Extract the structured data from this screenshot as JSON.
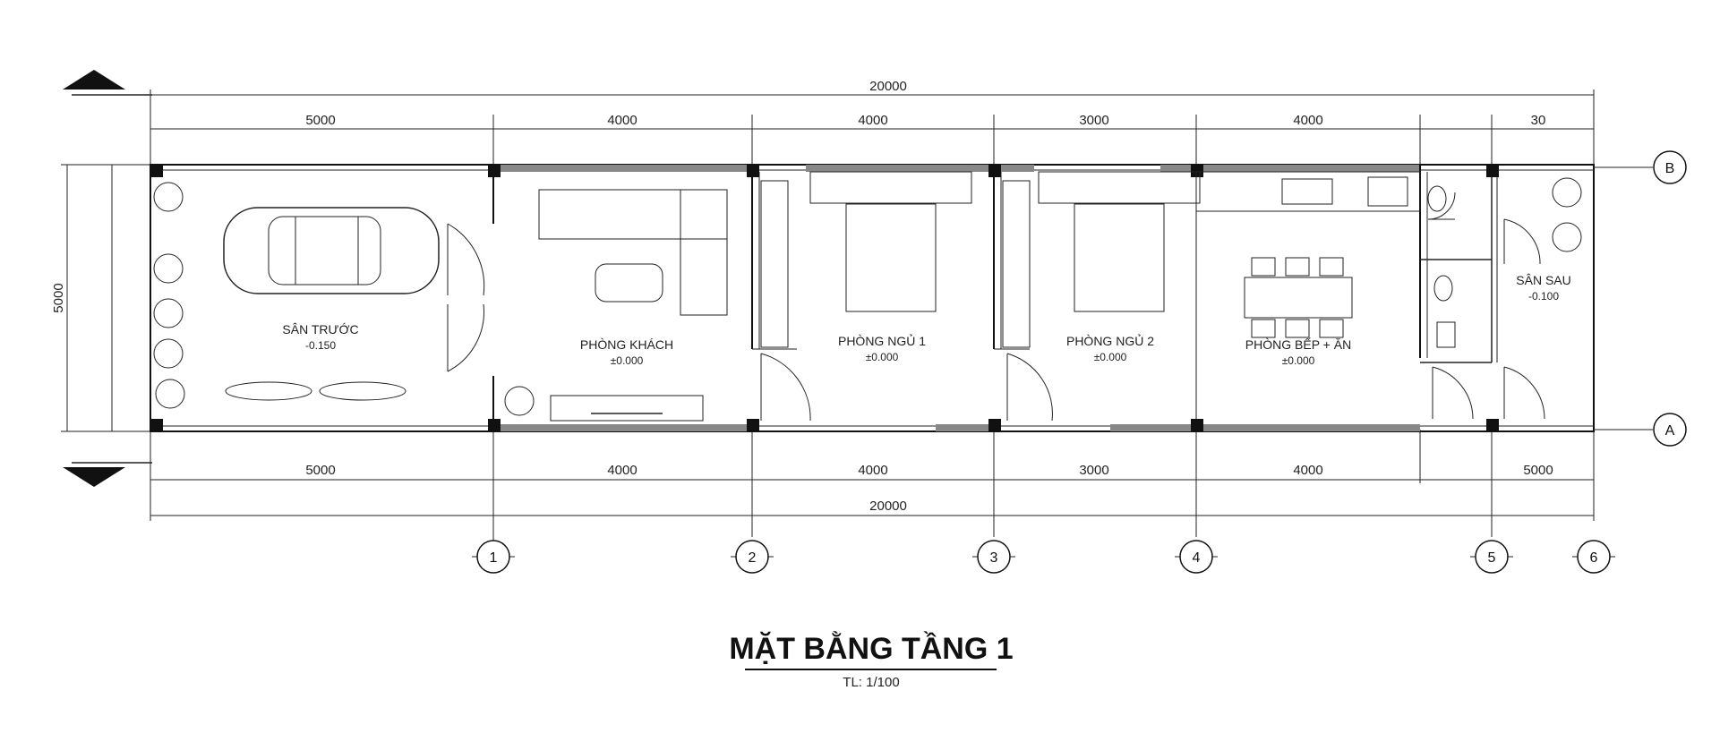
{
  "title": "MẶT BẰNG TẦNG 1",
  "scale": "TL: 1/100",
  "total_length_top": "20000",
  "total_length_bottom": "20000",
  "height_dim": "5000",
  "top_dims": [
    "5000",
    "4000",
    "4000",
    "3000",
    "4000",
    "30"
  ],
  "bottom_dims": [
    "5000",
    "4000",
    "4000",
    "3000",
    "4000",
    "5000"
  ],
  "axes_x": [
    "1",
    "2",
    "3",
    "4",
    "5",
    "6"
  ],
  "axes_y": [
    "B",
    "A"
  ],
  "rooms": [
    {
      "name": "SÂN TRƯỚC",
      "level": "-0.150"
    },
    {
      "name": "PHÒNG KHÁCH",
      "level": "±0.000"
    },
    {
      "name": "PHÒNG NGỦ 1",
      "level": "±0.000"
    },
    {
      "name": "PHÒNG NGỦ 2",
      "level": "±0.000"
    },
    {
      "name": "PHÒNG BẾP + ĂN",
      "level": "±0.000"
    },
    {
      "name": "SÂN SAU",
      "level": "-0.100"
    }
  ]
}
